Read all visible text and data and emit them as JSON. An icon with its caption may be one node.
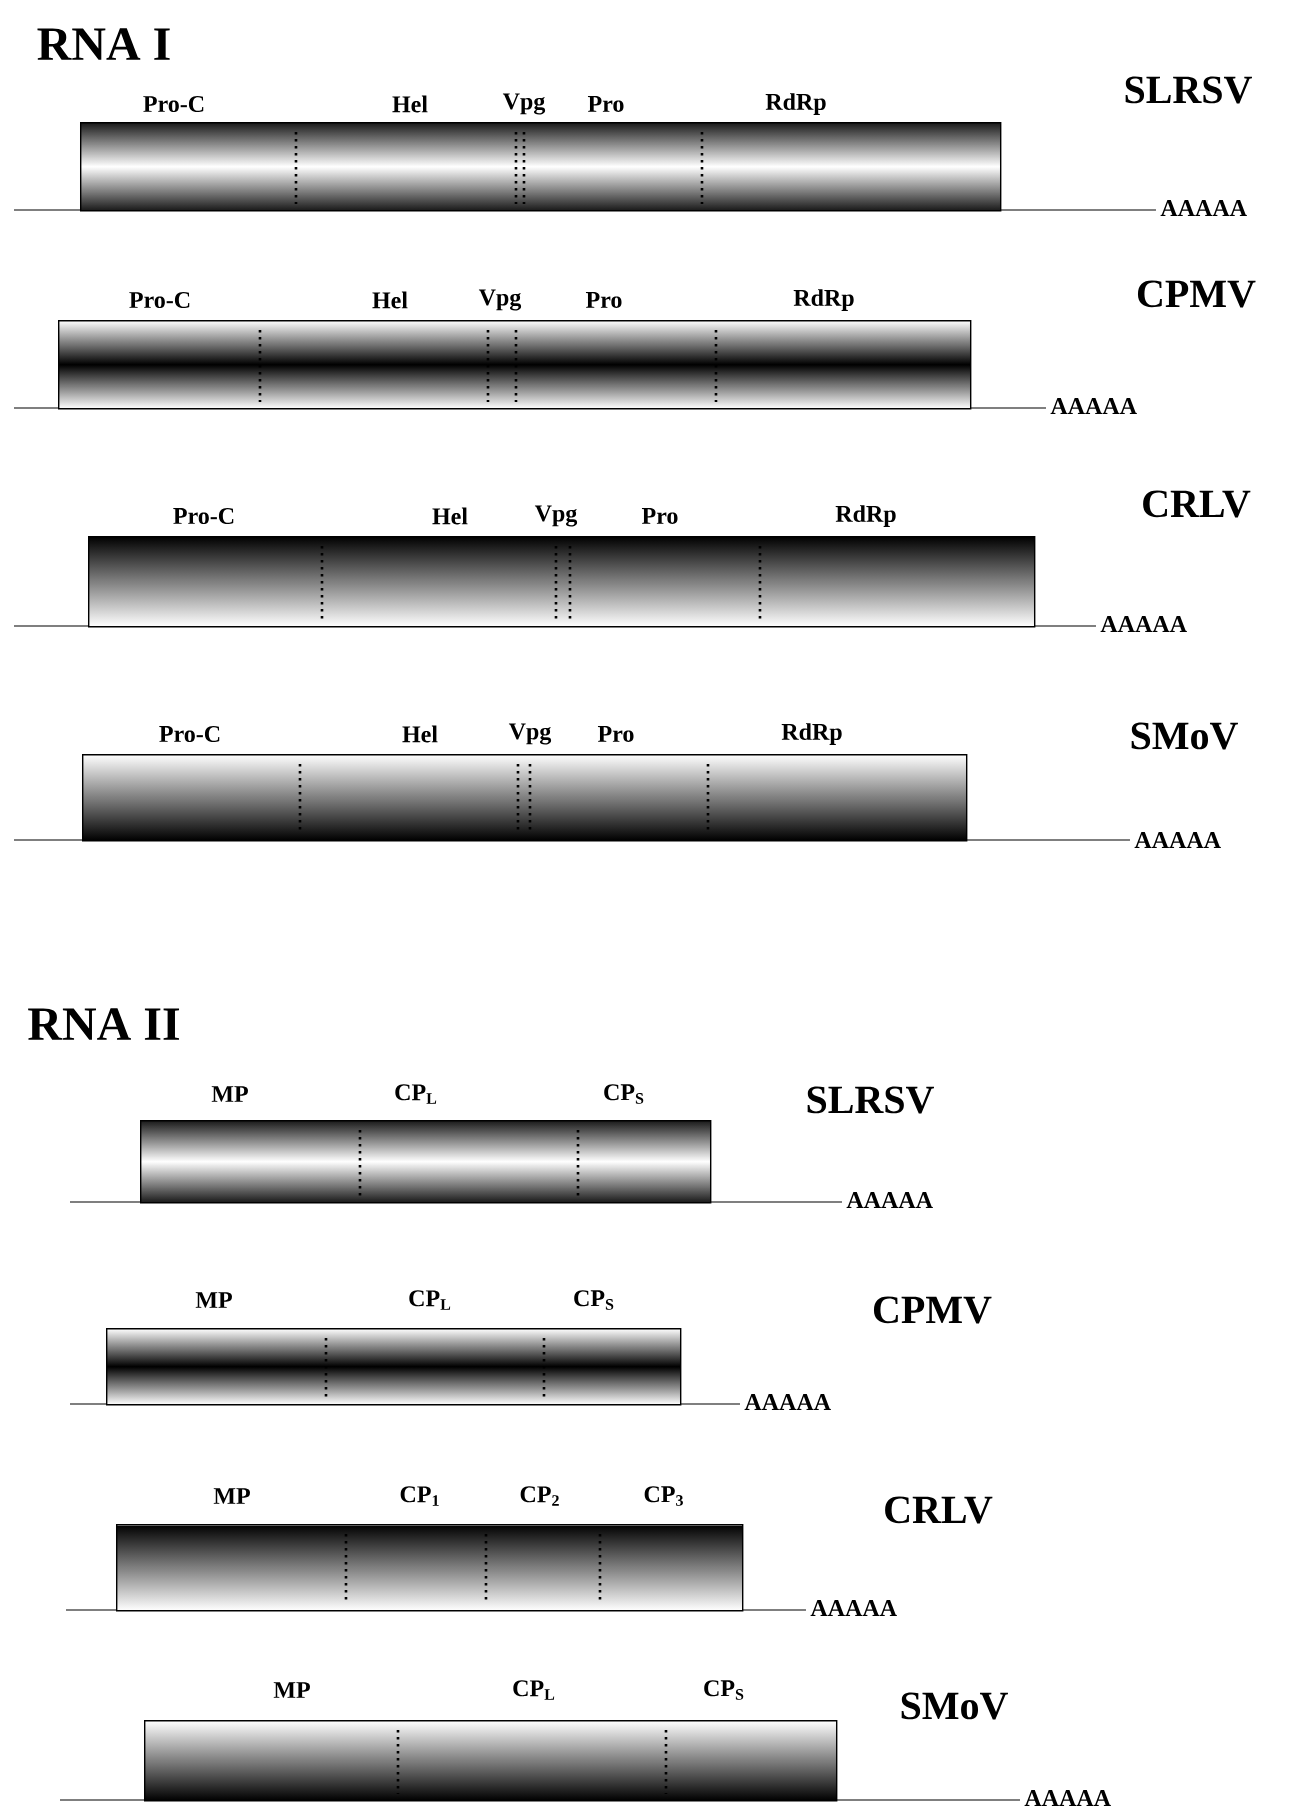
{
  "diagram": {
    "nodes": [
      {
        "text": [
          "Pro-C",
          "Hel",
          "Vpg",
          "Pro",
          "RdRp"
        ],
        "beside": [
          "SLRSV",
          "AAAAA"
        ]
      },
      {
        "text": [
          "Pro-C",
          "Hel",
          "Vpg",
          "Pro",
          "RdRp"
        ],
        "beside": [
          "CPMV",
          "AAAAA"
        ]
      },
      {
        "text": [
          "Pro-C",
          "Hel",
          "Vpg",
          "Pro",
          "RdRp"
        ],
        "beside": [
          "CRLV",
          "AAAAA"
        ]
      },
      {
        "text": [
          "Pro-C",
          "Hel",
          "Vpg",
          "Pro",
          "RdRp"
        ],
        "beside": [
          "SMoV",
          "AAAAA"
        ]
      },
      {
        "text": [
          "MP",
          "CP$_{L}$",
          "CP$_{S}$"
        ],
        "beside": [
          "SLRSV",
          "AAAAA"
        ]
      },
      {
        "text": [
          "MP",
          "CP$_{L}$",
          "CP$_{S}$"
        ],
        "beside": [
          "CPMV",
          "AAAAA"
        ]
      },
      {
        "text": [
          "MP",
          "CP$_{1}$",
          "CP$_{2}$",
          "CP$_{3}$"
        ],
        "beside": [
          "CRLV",
          "AAAAA"
        ]
      },
      {
        "text": [
          "MP",
          "CP$_{L}$",
          "CP$_{S}$"
        ],
        "beside": [
          "SMoV",
          "AAAAA"
        ]
      }
    ],
    "labels": [
      "RNA I",
      "RNA II"
    ]
  }
}
